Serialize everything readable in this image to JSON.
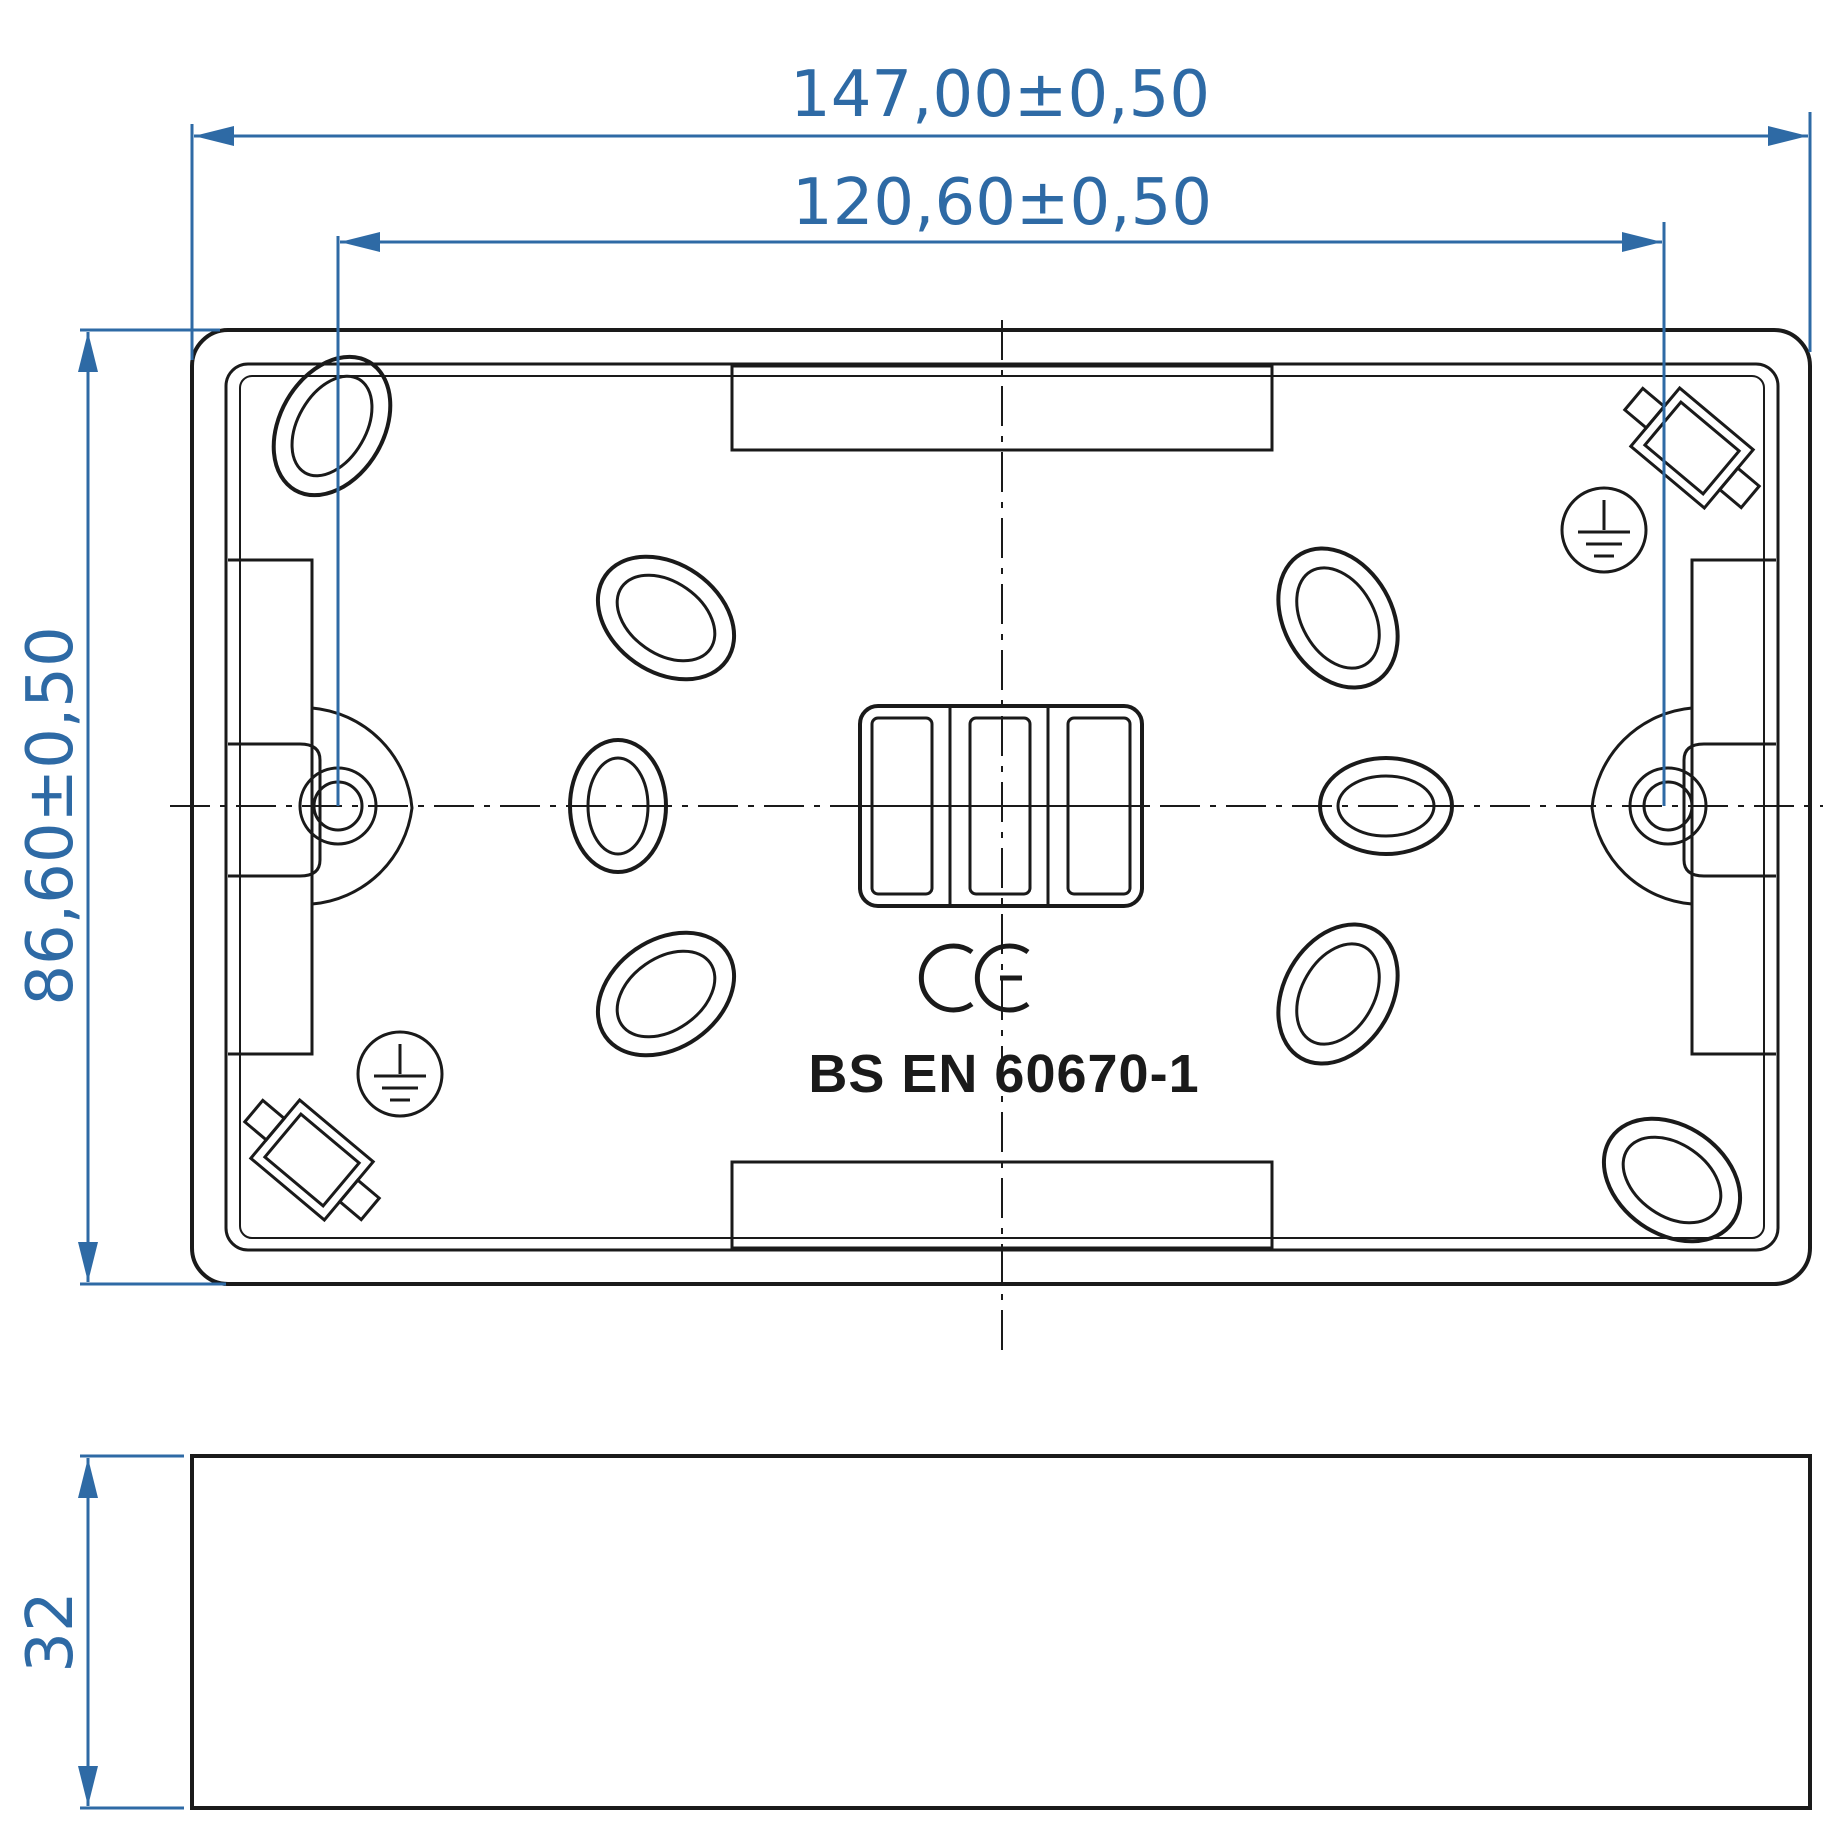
{
  "colors": {
    "dimension": "#2e6aa5",
    "outline": "#1a1a1a",
    "background": "#ffffff"
  },
  "dimensions": {
    "overall_width": "147,00±0,50",
    "hole_spacing": "120,60±0,50",
    "overall_height": "86,60±0,50",
    "depth": "32"
  },
  "markings": {
    "standard_text": "BS  EN  60670-1",
    "ce_mark": "CE",
    "earth_symbol": "earth-ground-icon"
  }
}
